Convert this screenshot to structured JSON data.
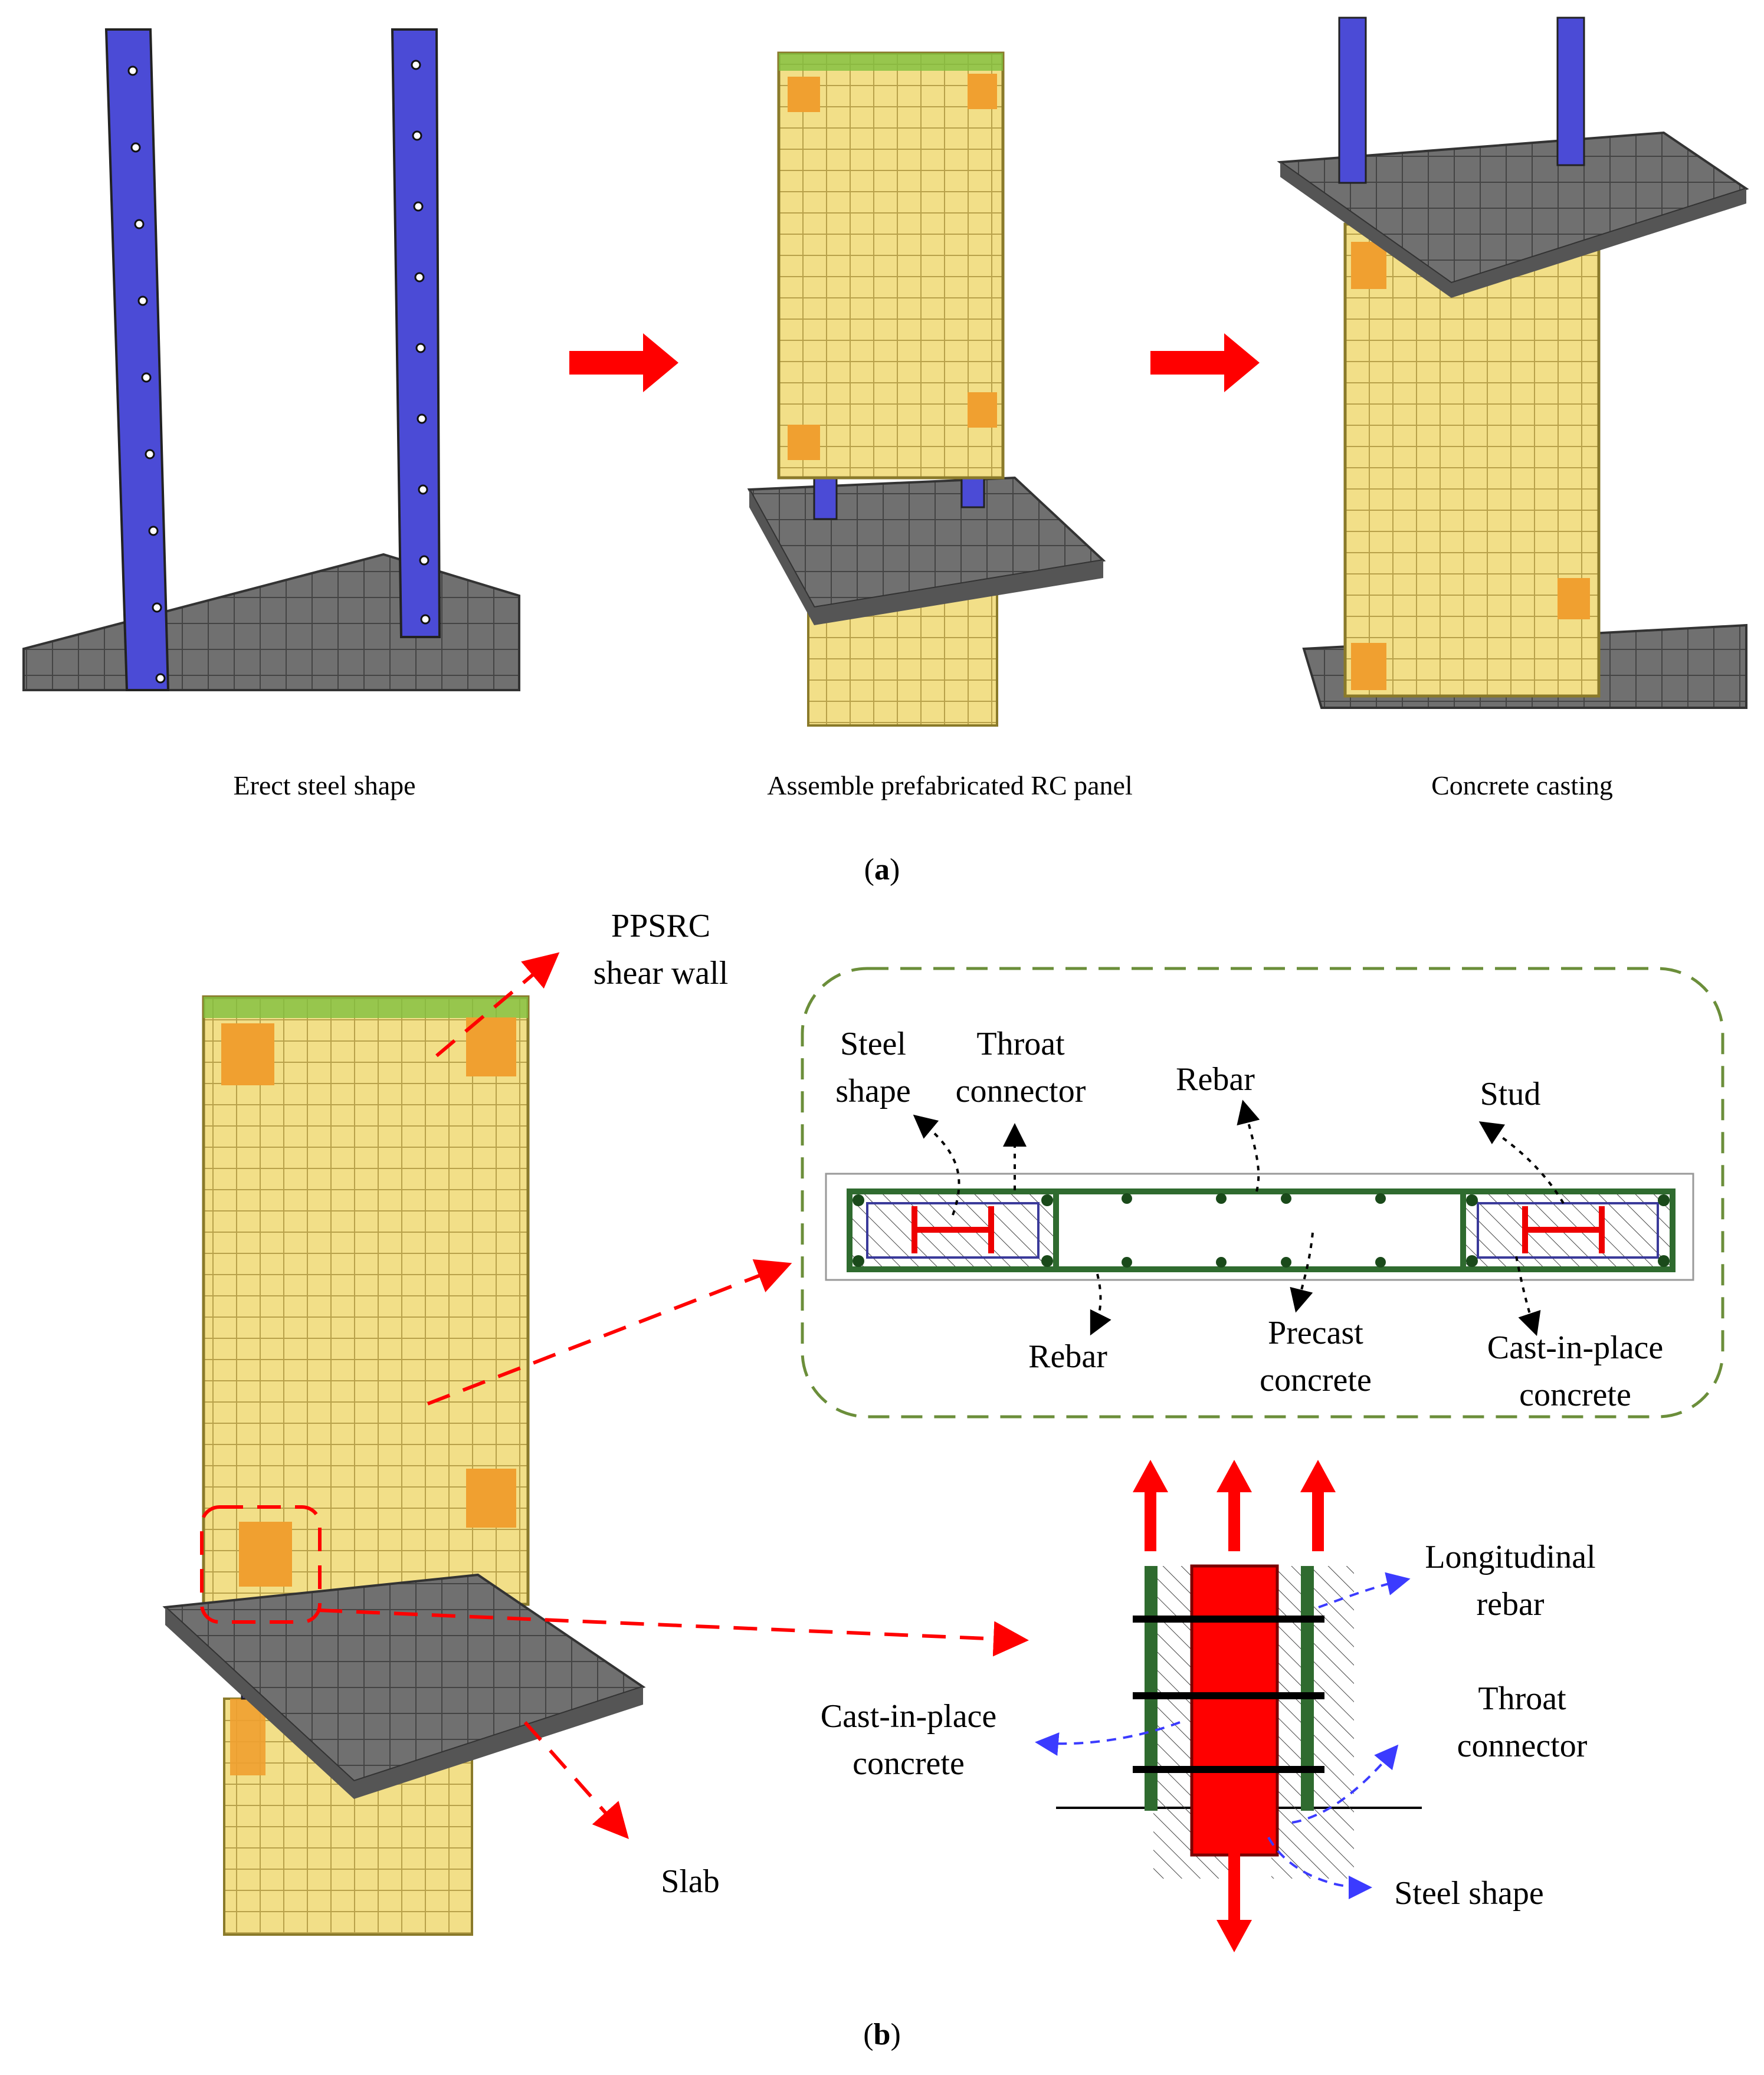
{
  "part_a": {
    "tag": "a",
    "steps": [
      {
        "caption": "Erect steel shape"
      },
      {
        "caption": "Assemble prefabricated RC panel"
      },
      {
        "caption": "Concrete casting"
      }
    ]
  },
  "part_b": {
    "tag": "b",
    "labels": {
      "wall": "PPSRC\nshear wall",
      "slab": "Slab",
      "steel_shape": "Steel\nshape",
      "throat_connector": "Throat\nconnector",
      "rebar_top": "Rebar",
      "stud": "Stud",
      "rebar_bottom": "Rebar",
      "precast_concrete": "Precast\nconcrete",
      "cast_in_place": "Cast-in-place\nconcrete",
      "longitudinal_rebar": "Longitudinal\nrebar",
      "throat_connector_2": "Throat\nconnector",
      "cast_in_place_2": "Cast-in-place\nconcrete",
      "steel_shape_2": "Steel shape"
    }
  },
  "colors": {
    "steel": "#4b4bd6",
    "panel": "#f3e08a",
    "panel_edge": "#8a7a2a",
    "corner": "#f0a030",
    "green": "#2f6b2f",
    "slab": "#6e6e6e",
    "arrow_red": "#ff0000",
    "arrow_blue": "#3b3bff",
    "dash_green": "#6b8e3a"
  }
}
